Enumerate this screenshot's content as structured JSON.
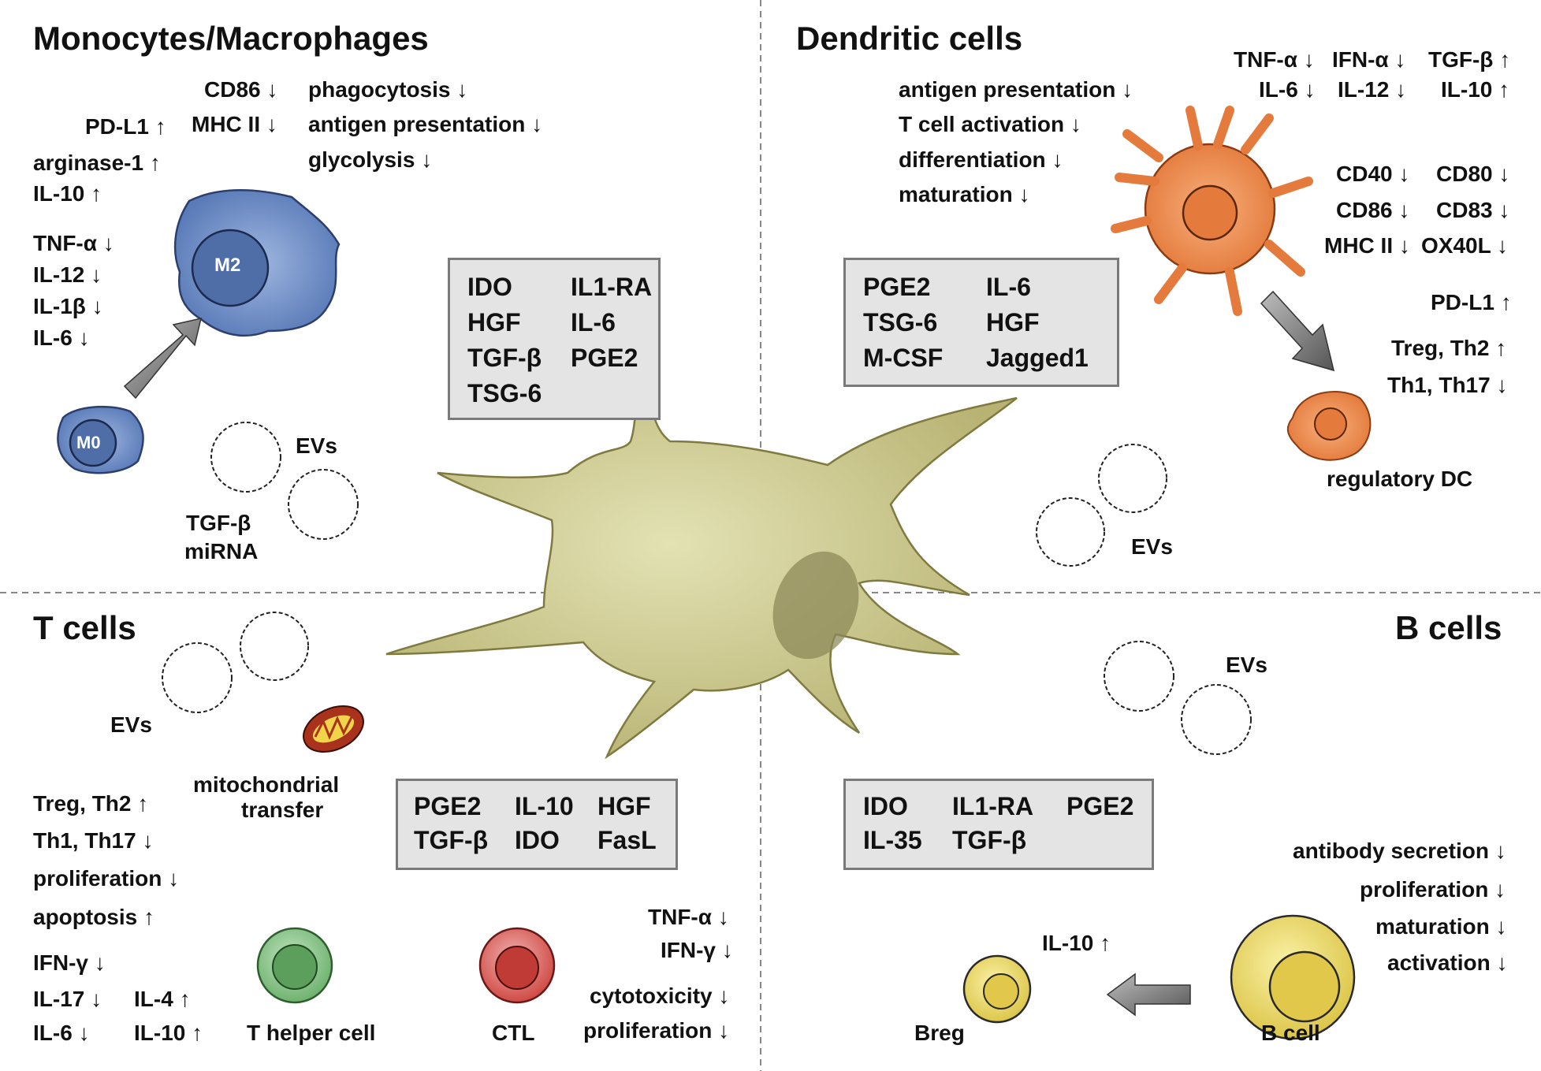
{
  "arrows": {
    "down": "↓",
    "up": "↑"
  },
  "colors": {
    "mono": "#6d8bc4",
    "dc": "#ee8a4d",
    "msc": "#c9c68a",
    "th": "#7cbf7c",
    "ctl": "#d9534f",
    "bcell": "#e8d660",
    "box": "#e4e4e4"
  },
  "mono": {
    "title": "Monocytes/Macrophages",
    "m2": "M2",
    "m0": "M0",
    "evs": "EVs",
    "ev_cargo1": "TGF-β",
    "ev_cargo2": "miRNA",
    "pdl1": "PD-L1",
    "arginase": "arginase-1",
    "il10": "IL-10",
    "cd86": "CD86",
    "mhc": "MHC II",
    "phago": "phagocytosis",
    "ag": "antigen presentation",
    "glyco": "glycolysis",
    "tnf": "TNF-α",
    "il12": "IL-12",
    "il1b": "IL-1β",
    "il6": "IL-6",
    "box": [
      "IDO",
      "IL1-RA",
      "HGF",
      "IL-6",
      "TGF-β",
      "PGE2",
      "TSG-6"
    ]
  },
  "dc": {
    "title": "Dendritic cells",
    "ag": "antigen presentation",
    "tact": "T cell activation",
    "diff": "differentiation",
    "mat": "maturation",
    "tnf": "TNF-α",
    "ifna": "IFN-α",
    "tgfb": "TGF-β",
    "il6": "IL-6",
    "il12": "IL-12",
    "il10": "IL-10",
    "cd40": "CD40",
    "cd80": "CD80",
    "cd86": "CD86",
    "cd83": "CD83",
    "mhc": "MHC II",
    "ox40l": "OX40L",
    "pdl1": "PD-L1",
    "treg": "Treg, Th2",
    "th1": "Th1, Th17",
    "regdc": "regulatory DC",
    "evs": "EVs",
    "box": [
      "PGE2",
      "IL-6",
      "TSG-6",
      "HGF",
      "M-CSF",
      "Jagged1"
    ]
  },
  "tcells": {
    "title": "T cells",
    "evs": "EVs",
    "mito1": "mitochondrial",
    "mito2": "transfer",
    "treg": "Treg, Th2",
    "th1": "Th1, Th17",
    "prolif": "proliferation",
    "apop": "apoptosis",
    "ifng": "IFN-γ",
    "il17": "IL-17",
    "il6": "IL-6",
    "il4": "IL-4",
    "il10": "IL-10",
    "th": "T helper cell",
    "ctl": "CTL",
    "ctl_tnf": "TNF-α",
    "ctl_ifng": "IFN-γ",
    "cyto": "cytotoxicity",
    "ctl_prolif": "proliferation",
    "box": [
      "PGE2",
      "IL-10",
      "HGF",
      "TGF-β",
      "IDO",
      "FasL"
    ]
  },
  "bcells": {
    "title": "B cells",
    "evs": "EVs",
    "ab": "antibody secretion",
    "prolif": "proliferation",
    "mat": "maturation",
    "act": "activation",
    "il10": "IL-10",
    "breg": "Breg",
    "bcell": "B cell",
    "box": [
      "IDO",
      "IL1-RA",
      "PGE2",
      "IL-35",
      "TGF-β"
    ]
  }
}
